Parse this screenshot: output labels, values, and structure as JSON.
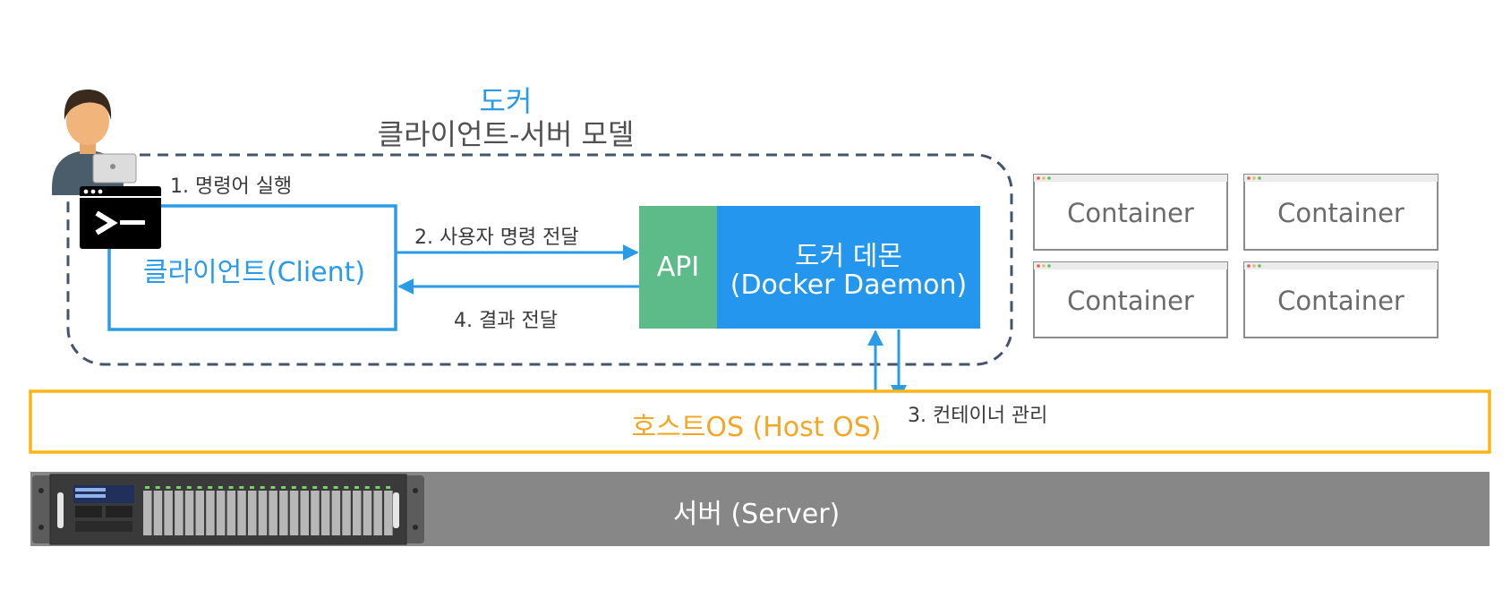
{
  "title": {
    "line1": "도커",
    "line2": "클라이언트-서버 모델"
  },
  "steps": {
    "step1": "1. 명령어 실행",
    "step2": "2. 사용자 명령 전달",
    "step3": "3. 컨테이너 관리",
    "step4": "4. 결과 전달"
  },
  "client": {
    "label": "클라이언트(Client)"
  },
  "api": {
    "label": "API"
  },
  "daemon": {
    "line1": "도커 데몬",
    "line2": "(Docker Daemon)"
  },
  "containers": [
    "Container",
    "Container",
    "Container",
    "Container"
  ],
  "host": {
    "label": "호스트OS (Host OS)"
  },
  "server": {
    "label": "서버 (Server)"
  },
  "icons": {
    "user": "user-icon",
    "terminal": "terminal-icon",
    "server_rack": "server-rack-icon"
  },
  "colors": {
    "docker_blue": "#2496ed",
    "api_green": "#5dbb8a",
    "host_orange": "#fbb515",
    "server_gray": "#878787",
    "dashed_border": "#44546a"
  }
}
